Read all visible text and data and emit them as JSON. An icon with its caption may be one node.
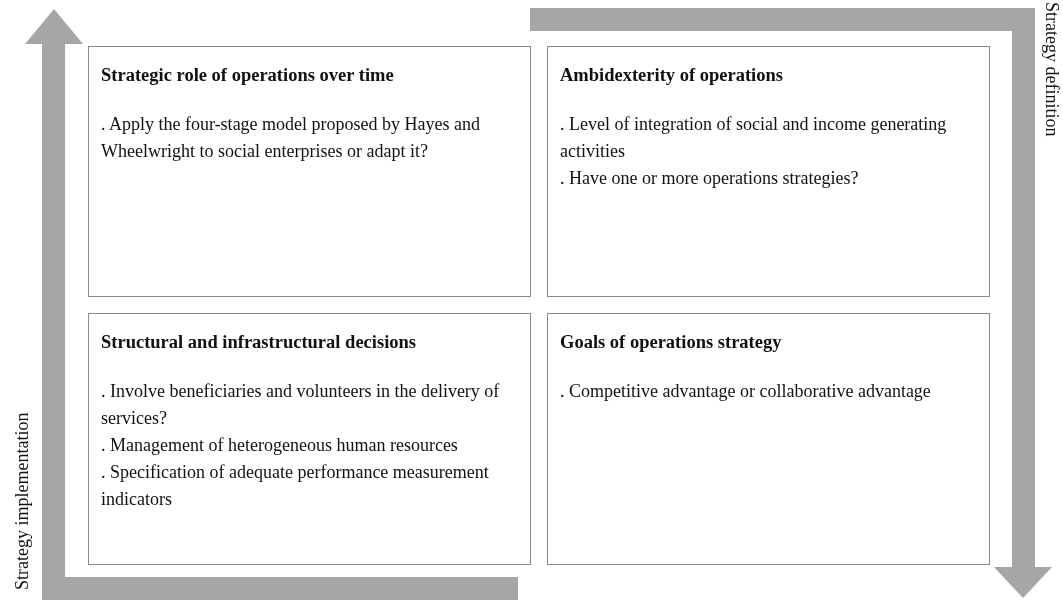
{
  "diagram": {
    "nodes": [
      {
        "text": [
          "Strategic role of operations over time",
          ". Apply the four-stage model proposed by Hayes and Wheelwright to social enterprises or adapt it?"
        ]
      },
      {
        "text": [
          "Ambidexterity of operations",
          ". Level of integration of social and income generating activities",
          ". Have one or more operations strategies?"
        ]
      },
      {
        "text": [
          "Structural and infrastructural decisions",
          ". Involve beneficiaries and volunteers in the delivery of services?",
          ". Management of heterogeneous human resources",
          ". Specification of adequate performance measurement indicators"
        ]
      },
      {
        "text": [
          "Goals of operations strategy",
          ". Competitive advantage or collaborative advantage"
        ]
      }
    ],
    "edges": [],
    "labels": [
      "Strategy definition",
      "Strategy implementation"
    ]
  }
}
